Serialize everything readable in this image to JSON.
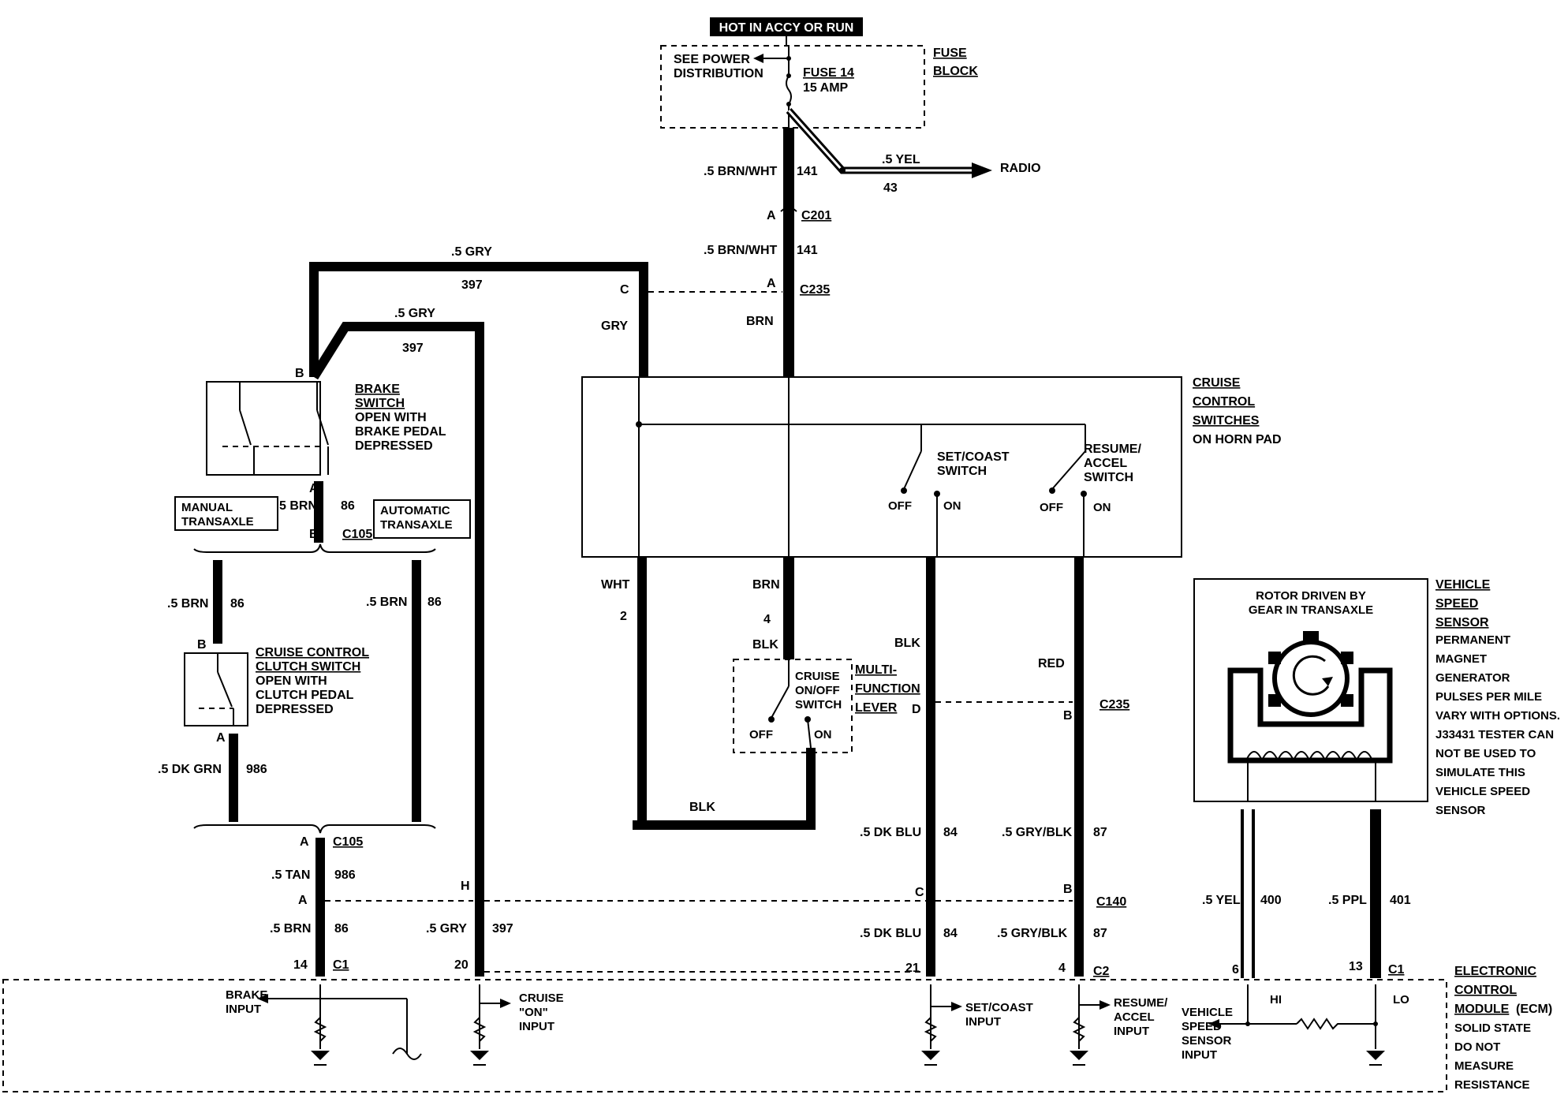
{
  "source": {
    "hot_label": "HOT IN ACCY OR RUN",
    "fuse_block": [
      "FUSE",
      "BLOCK"
    ],
    "power_dist": [
      "SEE POWER",
      "DISTRIBUTION"
    ],
    "fuse_name": "FUSE 14",
    "fuse_rating": "15 AMP",
    "radio": "RADIO",
    "radio_wire": ".5 YEL",
    "radio_circuit": "43"
  },
  "wires": {
    "brn_wht": ".5 BRN/WHT",
    "c141": "141",
    "brn": "BRN",
    "gry": "GRY",
    "gry5": ".5 GRY",
    "c397": "397",
    "wht": "WHT",
    "blk": "BLK",
    "red": "RED",
    "brn5": ".5 BRN",
    "c86": "86",
    "brn_ab": "5 BRN",
    "dk_grn": ".5 DK GRN",
    "c986": "986",
    "tan": ".5 TAN",
    "dk_blu": ".5 DK BLU",
    "c84": "84",
    "gry_blk": ".5 GRY/BLK",
    "c87": "87",
    "yel5": ".5 YEL",
    "c400": "400",
    "ppl": ".5 PPL",
    "c401": "401"
  },
  "connectors": {
    "c201": "C201",
    "c235": "C235",
    "c105": "C105",
    "c140": "C140",
    "c1": "C1",
    "c2": "C2",
    "A": "A",
    "B": "B",
    "C": "C",
    "D": "D",
    "H": "H",
    "p2": "2",
    "p4": "4",
    "p14": "14",
    "p20": "20",
    "p21": "21",
    "p13": "13",
    "p6": "6",
    "hi": "HI",
    "lo": "LO"
  },
  "cruise_switches": {
    "title": [
      "CRUISE",
      "CONTROL",
      "SWITCHES"
    ],
    "sub": "ON HORN PAD",
    "set_coast": [
      "SET/COAST",
      "SWITCH"
    ],
    "resume": [
      "RESUME/",
      "ACCEL",
      "SWITCH"
    ],
    "off": "OFF",
    "on": "ON"
  },
  "brake_switch": {
    "title": [
      "BRAKE",
      "SWITCH"
    ],
    "desc": [
      "OPEN WITH",
      "BRAKE PEDAL",
      "DEPRESSED"
    ]
  },
  "transaxle": {
    "manual": [
      "MANUAL",
      "TRANSAXLE"
    ],
    "automatic": [
      "AUTOMATIC",
      "TRANSAXLE"
    ]
  },
  "clutch_switch": {
    "title": [
      "CRUISE CONTROL",
      "CLUTCH SWITCH"
    ],
    "desc": [
      "OPEN WITH",
      "CLUTCH PEDAL",
      "DEPRESSED"
    ]
  },
  "multifunction": {
    "switch": [
      "CRUISE",
      "ON/OFF",
      "SWITCH"
    ],
    "lever": [
      "MULTI-",
      "FUNCTION",
      "LEVER"
    ]
  },
  "vss": {
    "rotor": [
      "ROTOR DRIVEN BY",
      "GEAR IN TRANSAXLE"
    ],
    "title": [
      "VEHICLE",
      "SPEED",
      "SENSOR"
    ],
    "desc": [
      "PERMANENT",
      "MAGNET",
      "GENERATOR",
      "PULSES PER MILE",
      "VARY WITH OPTIONS.",
      "J33431 TESTER CAN",
      "NOT BE USED TO",
      "SIMULATE THIS",
      "VEHICLE SPEED",
      "SENSOR"
    ]
  },
  "ecm": {
    "title": [
      "ELECTRONIC",
      "CONTROL"
    ],
    "module": "MODULE",
    "module_suffix": "(ECM)",
    "desc": [
      "SOLID STATE",
      "DO NOT",
      "MEASURE",
      "RESISTANCE"
    ],
    "brake_input": [
      "BRAKE",
      "INPUT"
    ],
    "cruise_on": [
      "CRUISE",
      "\"ON\"",
      "INPUT"
    ],
    "set_coast_input": [
      "SET/COAST",
      "INPUT"
    ],
    "resume_input": [
      "RESUME/",
      "ACCEL",
      "INPUT"
    ],
    "vss_input": [
      "VEHICLE",
      "SPEED",
      "SENSOR",
      "INPUT"
    ]
  }
}
